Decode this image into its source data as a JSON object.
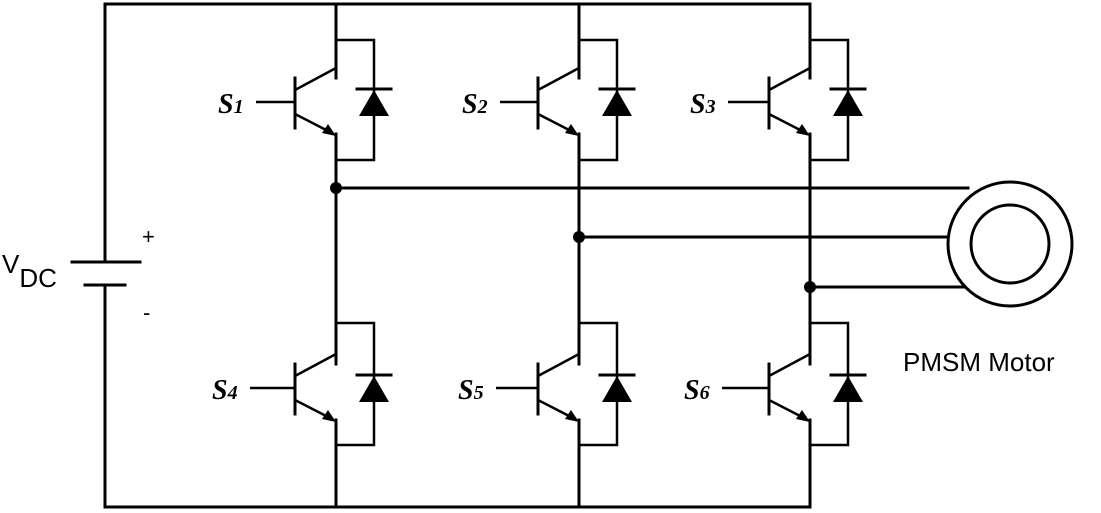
{
  "source": {
    "label_main": "V",
    "label_sub": "DC",
    "plus": "+",
    "minus": "-"
  },
  "switches": [
    {
      "letter": "S",
      "index": "1"
    },
    {
      "letter": "S",
      "index": "2"
    },
    {
      "letter": "S",
      "index": "3"
    },
    {
      "letter": "S",
      "index": "4"
    },
    {
      "letter": "S",
      "index": "5"
    },
    {
      "letter": "S",
      "index": "6"
    }
  ],
  "motor": {
    "label": "PMSM Motor"
  }
}
